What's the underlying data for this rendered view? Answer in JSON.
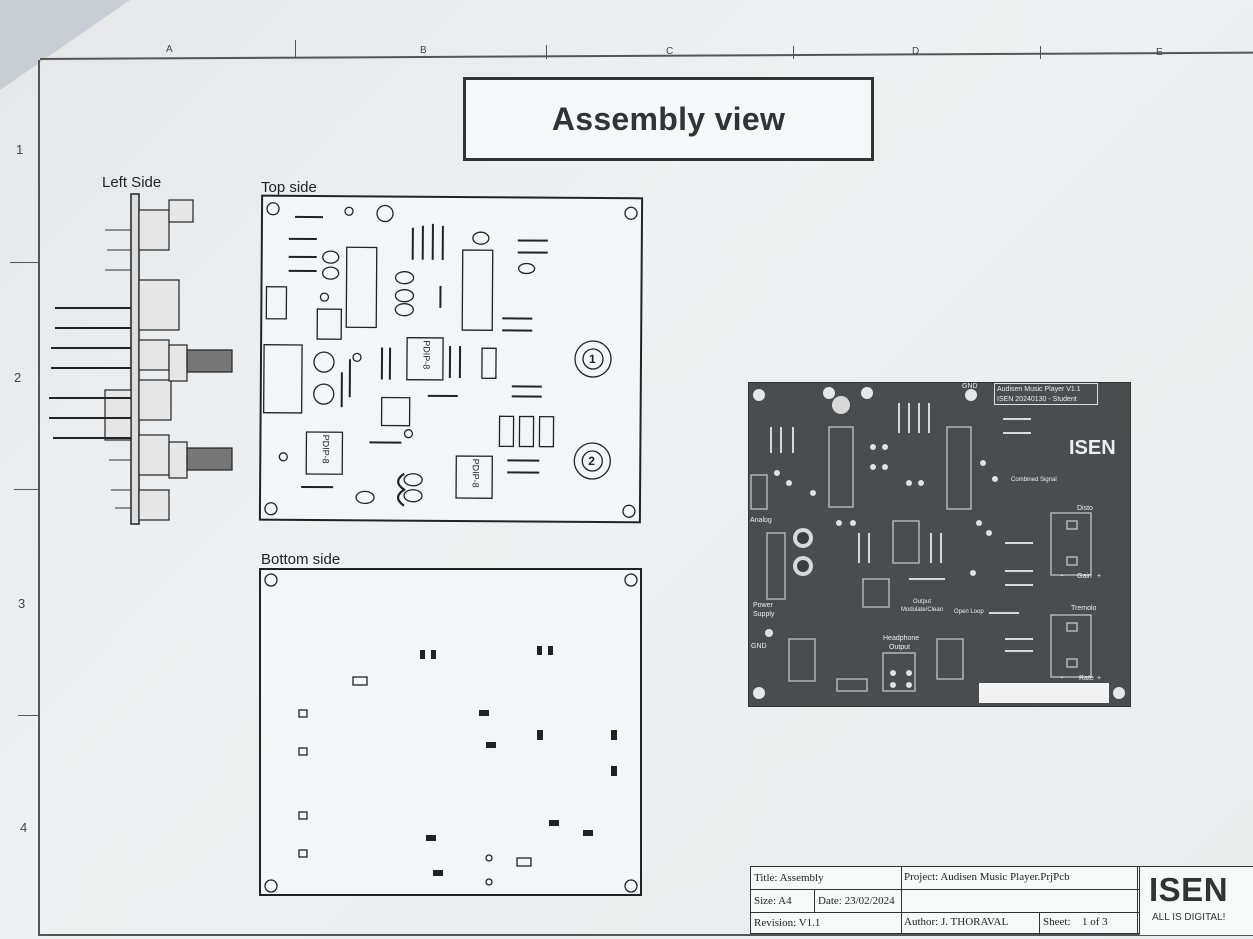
{
  "title": "Assembly view",
  "columns": [
    "A",
    "B",
    "C",
    "D",
    "E"
  ],
  "rows": [
    "1",
    "2",
    "3",
    "4"
  ],
  "views": {
    "left": "Left Side",
    "top": "Top side",
    "bottom": "Bottom side"
  },
  "pcb_render": {
    "header_line1": "Audisen Music Player V1.1",
    "header_line2": "ISEN 20240130 - Student",
    "brand": "ISEN",
    "gnd_top": "GND",
    "gnd_left": "GND",
    "analog": "Analog",
    "power": "Power",
    "supply": "Supply",
    "headphone": "Headphone",
    "output": "Output",
    "disto": "Disto",
    "gain": "Gain",
    "tremolo": "Tremolo",
    "rate": "Rate",
    "combined": "Combined Signal",
    "open_loop": "Open Loop",
    "output_mod": "Output",
    "modulate": "Modulate/Clean",
    "minus": "-",
    "plus": "+"
  },
  "chip_label": "PDIP-8",
  "pot_labels": [
    "1",
    "2"
  ],
  "title_block": {
    "title": "Title: Assembly",
    "project": "Project: Audisen Music Player.PrjPcb",
    "size": "Size: A4",
    "date": "Date: 23/02/2024",
    "revision": "Revision:  V1.1",
    "author": "Author: J. THORAVAL",
    "sheet_label": "Sheet:",
    "sheet_value": "1  of  3"
  },
  "logo": {
    "name": "ISEN",
    "tagline": "ALL IS DIGITAL!"
  }
}
